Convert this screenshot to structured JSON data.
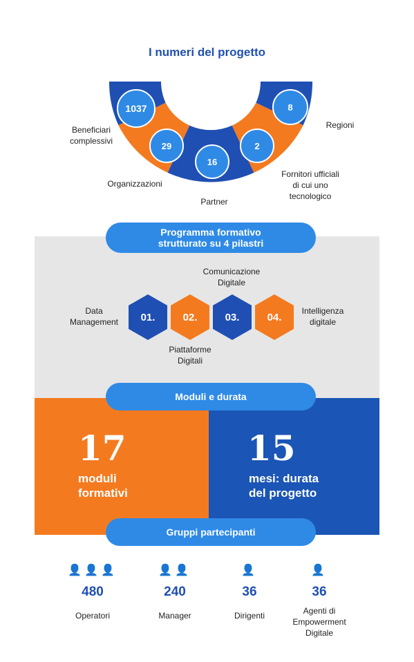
{
  "title": "I numeri del progetto",
  "numbers": [
    {
      "value": "1037",
      "label_line1": "Beneficiari",
      "label_line2": "complessivi"
    },
    {
      "value": "29",
      "label_line1": "Organizzazioni",
      "label_line2": ""
    },
    {
      "value": "16",
      "label_line1": "Partner",
      "label_line2": ""
    },
    {
      "value": "2",
      "label_line1": "Fornitori ufficiali",
      "label_line2": "di cui uno",
      "label_line3": "tecnologico"
    },
    {
      "value": "8",
      "label_line1": "Regioni",
      "label_line2": ""
    }
  ],
  "programma": {
    "banner_line1": "Programma formativo",
    "banner_line2": "strutturato su 4 pilastri",
    "pillars": [
      {
        "num": "01.",
        "label_line1": "Data",
        "label_line2": "Management"
      },
      {
        "num": "02.",
        "label_line1": "Piattaforme",
        "label_line2": "Digitali"
      },
      {
        "num": "03.",
        "label_line1": "Comunicazione",
        "label_line2": "Digitale"
      },
      {
        "num": "04.",
        "label_line1": "Intelligenza",
        "label_line2": "digitale"
      }
    ]
  },
  "moduli": {
    "banner": "Moduli e durata",
    "left": {
      "value": "17",
      "line1": "moduli",
      "line2": "formativi"
    },
    "right": {
      "value": "15",
      "line1": "mesi: durata",
      "line2": "del progetto"
    }
  },
  "gruppi": {
    "banner": "Gruppi partecipanti",
    "items": [
      {
        "value": "480",
        "icons": "👤👤👤",
        "label_line1": "Operatori",
        "label_line2": "",
        "label_line3": ""
      },
      {
        "value": "240",
        "icons": "👤👤",
        "label_line1": "Manager",
        "label_line2": "",
        "label_line3": ""
      },
      {
        "value": "36",
        "icons": "👤",
        "label_line1": "Dirigenti",
        "label_line2": "",
        "label_line3": ""
      },
      {
        "value": "36",
        "icons": "👤",
        "label_line1": "Agenti di",
        "label_line2": "Empowerment",
        "label_line3": "Digitale"
      }
    ]
  },
  "colors": {
    "blue": "#1f4fb3",
    "orange": "#f47a20",
    "light_blue": "#2f8ae6",
    "grey": "#e6e6e6"
  }
}
